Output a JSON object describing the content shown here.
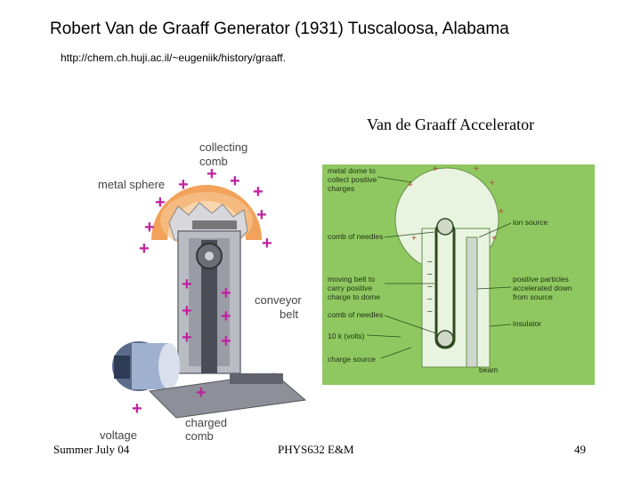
{
  "slide": {
    "title": "Robert Van de Graaff Generator (1931) Tuscaloosa, Alabama",
    "url": "http://chem.ch.huji.ac.il/~eugeniik/history/graaff.",
    "accelerator_title": "Van de Graaff Accelerator"
  },
  "left_diagram": {
    "labels": {
      "collecting": "collecting",
      "comb": "comb",
      "metal_sphere": "metal sphere",
      "conveyor": "conveyor",
      "belt": "belt",
      "charged": "charged",
      "charged_comb": "comb",
      "voltage": "voltage"
    },
    "colors": {
      "sphere": "#f2a25a",
      "body": "#b9bcc3",
      "plus": "#c020a0"
    }
  },
  "right_diagram": {
    "labels": {
      "metal_dome_1": "metal dome to",
      "metal_dome_2": "collect positive",
      "metal_dome_3": "charges",
      "comb_needles_top": "comb of needles",
      "moving_belt_1": "moving belt to",
      "moving_belt_2": "carry positive",
      "moving_belt_3": "charge to dome",
      "comb_needles_bottom": "comb of needles",
      "kv": "10 k (volts)",
      "charge_source": "charge source",
      "ion_source": "ion source",
      "positive_1": "positive particles",
      "positive_2": "accelerated down",
      "positive_3": "from source",
      "insulator": "insulator",
      "beam": "beam"
    },
    "colors": {
      "background": "#8fc860",
      "dome": "#e8f4e0"
    }
  },
  "footer": {
    "left": "Summer July 04",
    "center": "PHYS632 E&M",
    "page": "49"
  }
}
